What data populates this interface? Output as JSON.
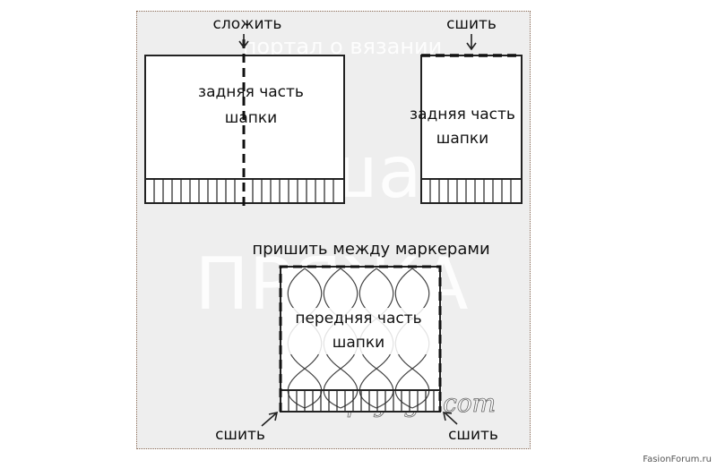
{
  "labels": {
    "fold": "сложить",
    "sew_top": "сшить",
    "back_left_line1": "задняя часть",
    "back_left_line2": "шапки",
    "back_right_line1": "задняя часть",
    "back_right_line2": "шапки",
    "attach_between_markers": "пришить между маркерами",
    "front_line1": "передняя часть",
    "front_line2": "шапки",
    "sew_bottom_left": "сшить",
    "sew_bottom_right": "сшить"
  },
  "watermarks": {
    "portal": "портал о вязании",
    "big1": "Наша",
    "big2": "ПРЯЖА",
    "site": "pryaga.com"
  },
  "footer": "FasionForum.ru",
  "colors": {
    "panel_bg": "#eeeeee",
    "line": "#222222",
    "shape_fill": "#ffffff"
  }
}
